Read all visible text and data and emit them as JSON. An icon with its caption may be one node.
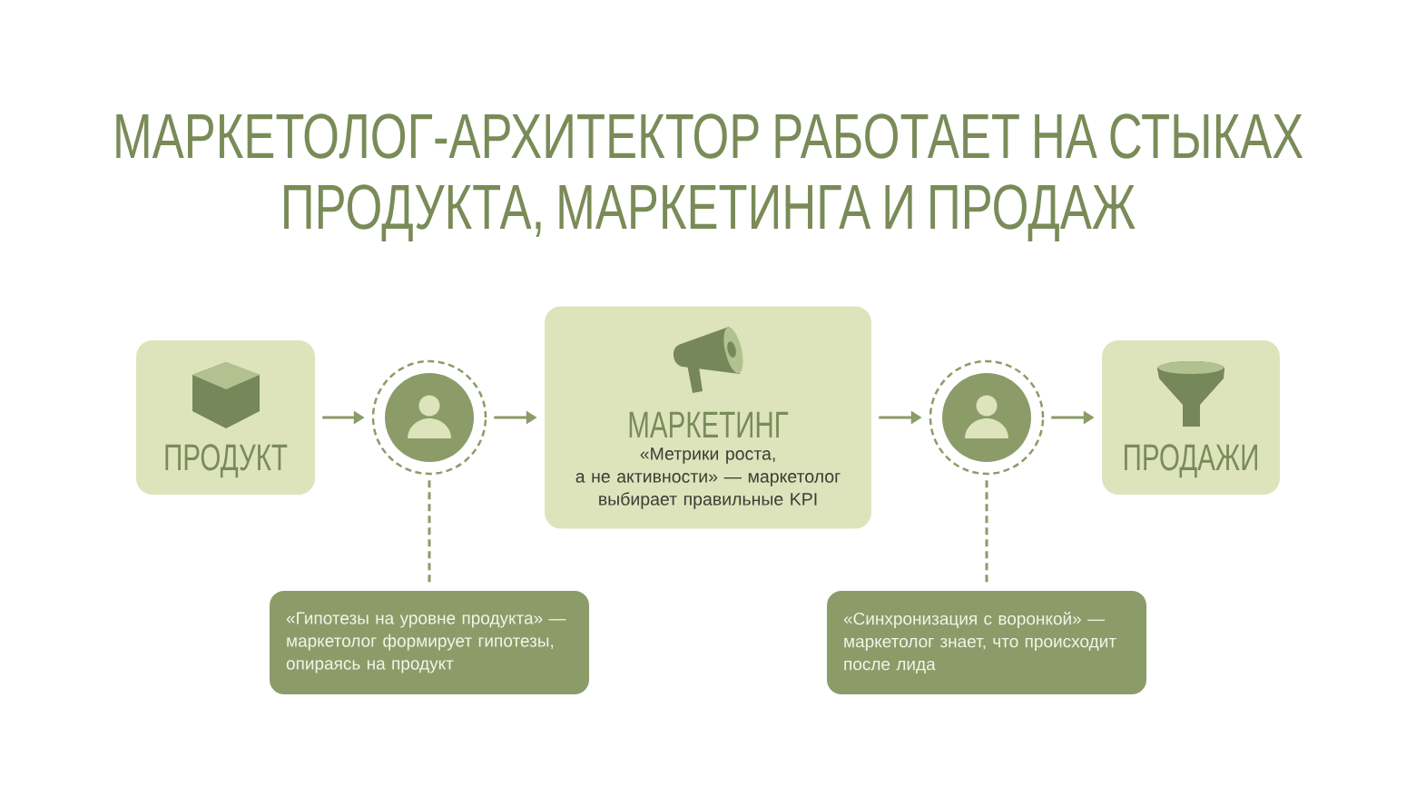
{
  "diagram": {
    "title": "МАРКЕТОЛОГ-АРХИТЕКТОР РАБОТАЕТ НА СТЫКАХ ПРОДУКТА, МАРКЕТИНГА И ПРОДАЖ",
    "nodes": [
      {
        "text": [
          "ПРОДУКТ"
        ]
      },
      {
        "text": [],
        "shape": "person"
      },
      {
        "text": [
          "МАРКЕТИНГ",
          "«Метрики роста, а не активности» — маркетолог выбирает правильные KPI"
        ]
      },
      {
        "text": [],
        "shape": "person"
      },
      {
        "text": [
          "ПРОДАЖИ"
        ]
      },
      {
        "text": [
          "«Гипотезы на уровне продукта» — маркетолог формирует гипотезы, опираясь на продукт"
        ]
      },
      {
        "text": [
          "«Синхронизация с воронкой» — маркетолог знает, что происходит после лида"
        ]
      }
    ],
    "edges": [
      {
        "from": 0,
        "to": 1,
        "arrow": "to"
      },
      {
        "from": 1,
        "to": 2,
        "arrow": "to"
      },
      {
        "from": 2,
        "to": 3,
        "arrow": "to"
      },
      {
        "from": 3,
        "to": 4,
        "arrow": "to"
      },
      {
        "from": 1,
        "to": 5,
        "arrow": "none",
        "style": "dashed"
      },
      {
        "from": 3,
        "to": 6,
        "arrow": "none",
        "style": "dashed"
      }
    ]
  }
}
